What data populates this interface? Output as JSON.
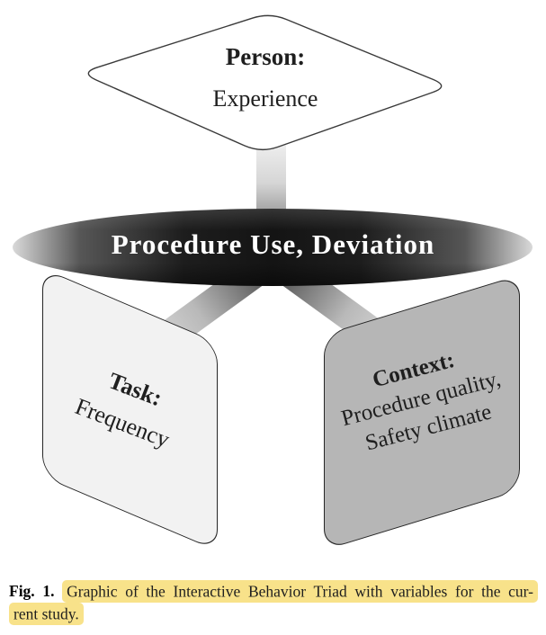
{
  "figure": {
    "person": {
      "title": "Person:",
      "subtitle": "Experience"
    },
    "hub": {
      "label": "Procedure Use, Deviation"
    },
    "task": {
      "title": "Task:",
      "line1": "Frequency"
    },
    "context": {
      "title": "Context:",
      "line1": "Procedure quality,",
      "line2": "Safety climate"
    }
  },
  "caption": {
    "label": "Fig. 1.",
    "text_line1": "Graphic of the Interactive Behavior Triad with variables for the cur-",
    "text_line2": "rent study."
  },
  "colors": {
    "highlight": "#f8e28a",
    "panel-light": "#f2f2f2",
    "panel-dark": "#b6b6b6",
    "ink": "#1f1f1f",
    "disc-dark": "#141414",
    "disc-edge": "#d9d9d9"
  }
}
